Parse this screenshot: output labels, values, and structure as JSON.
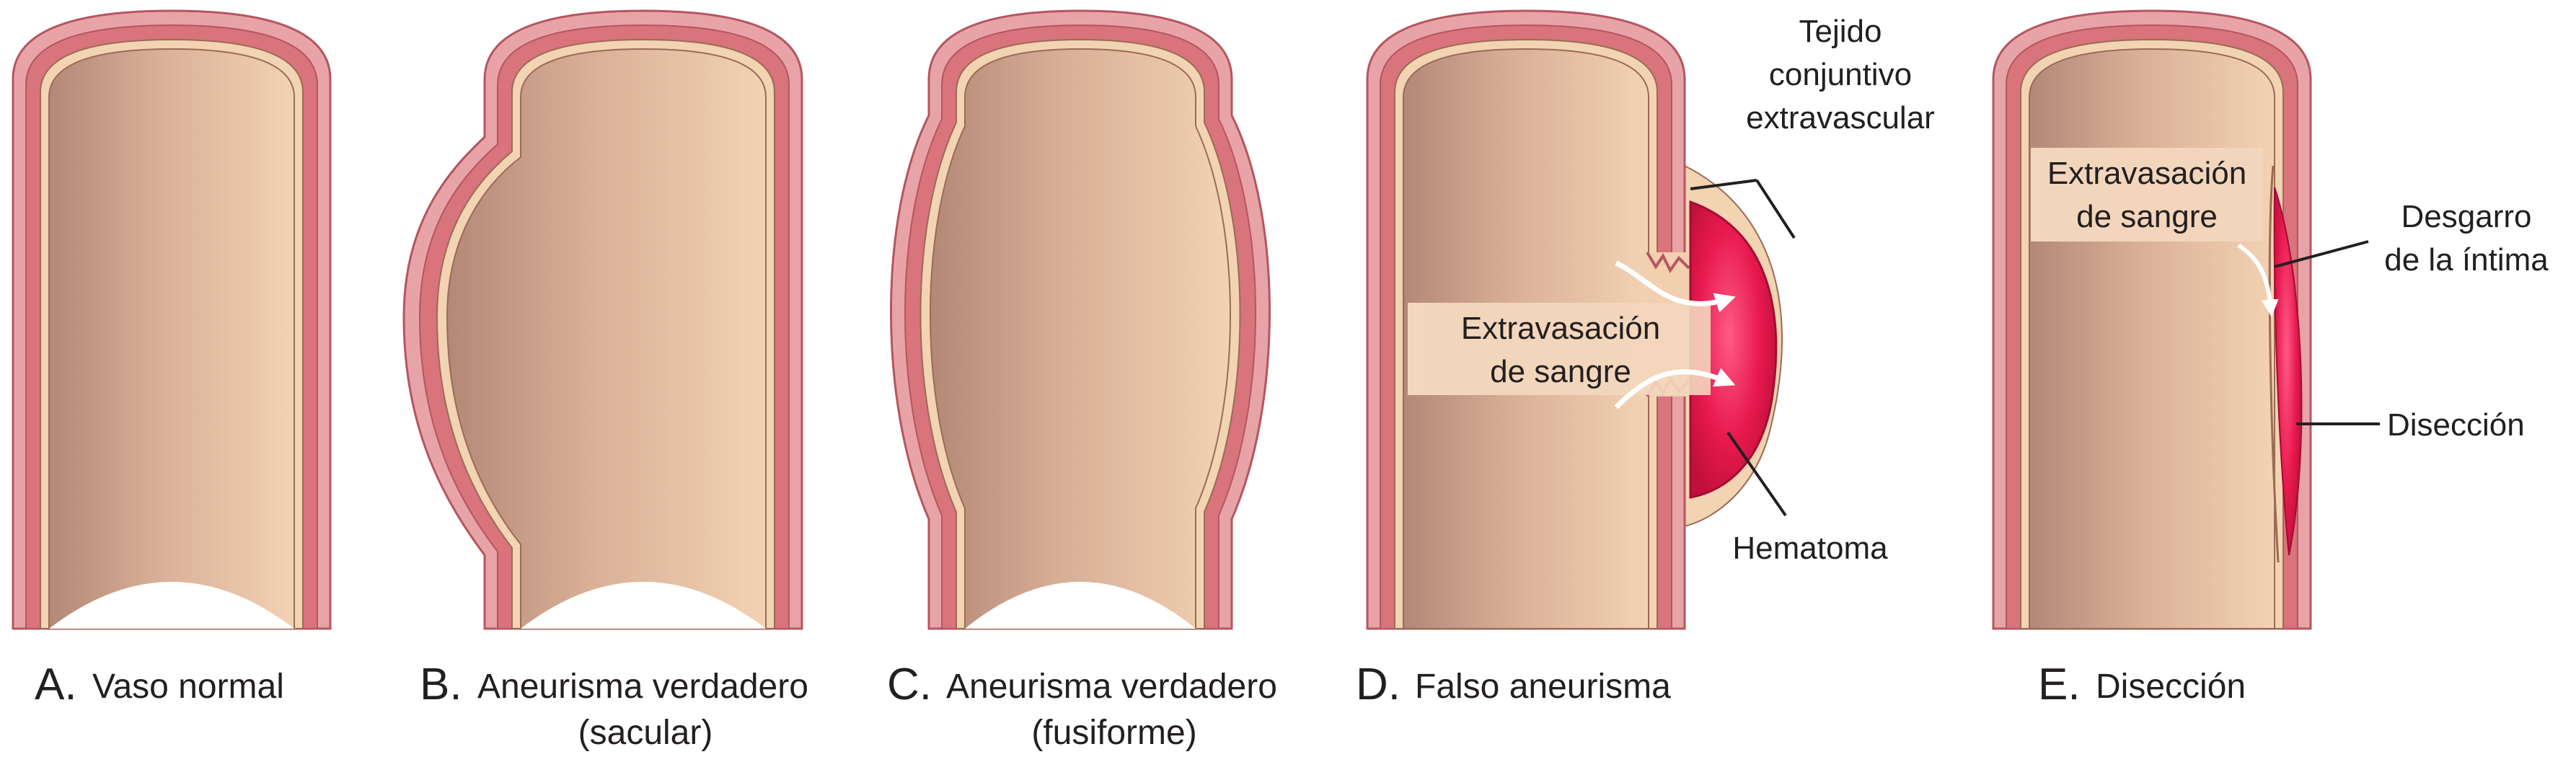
{
  "panels": [
    {
      "letter": "A.",
      "line1": "Vaso normal",
      "line2": ""
    },
    {
      "letter": "B.",
      "line1": "Aneurisma verdadero",
      "line2": "(sacular)"
    },
    {
      "letter": "C.",
      "line1": "Aneurisma verdadero",
      "line2": "(fusiforme)"
    },
    {
      "letter": "D.",
      "line1": "Falso aneurisma",
      "line2": ""
    },
    {
      "letter": "E.",
      "line1": "Disección",
      "line2": ""
    }
  ],
  "annotations": {
    "tejido": [
      "Tejido",
      "conjuntivo",
      "extravascular"
    ],
    "extravasacion_d": [
      "Extravasación",
      "de sangre"
    ],
    "hematoma": "Hematoma",
    "extravasacion_e": [
      "Extravasación",
      "de sangre"
    ],
    "desgarro": [
      "Desgarro",
      "de la íntima"
    ],
    "diseccion": "Disección"
  },
  "colors": {
    "adventitia": "#e8a3a6",
    "media": "#d9737c",
    "intima": "#f2d3b2",
    "lumen_dark": "#b48a7a",
    "lumen_light": "#f2cfae",
    "blood": "#e8194f",
    "text": "#231f20"
  }
}
